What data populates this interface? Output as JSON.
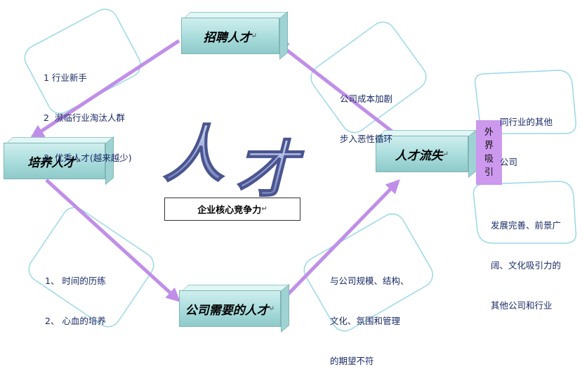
{
  "nodes": {
    "recruit": "招聘人才",
    "train": "培养人才",
    "loss": "人才流失",
    "need": "公司需要的人才"
  },
  "title_chars": [
    "人",
    "才"
  ],
  "core_label": "企业核心竞争力",
  "notes": {
    "top_left": [
      "1 行业新手",
      "2  濒临行业淘汰人群",
      "3  优秀人才(越来越少)"
    ],
    "top_right": [
      "公司成本加剧",
      "步入恶性循环"
    ],
    "bottom_left": [
      "1、 时间的历练",
      "2、 心血的培养"
    ],
    "bottom_right": [
      "与公司规模、结构、",
      "文化、氛围和管理",
      "的期望不符"
    ],
    "right_upper": [
      "同行业的其他",
      "公司"
    ],
    "right_lower": [
      "发展完善、前景广",
      "阔、文化吸引力的",
      "其他公司和行业"
    ]
  },
  "external_label": [
    "外",
    "界",
    "吸",
    "引"
  ],
  "return_mark": "↵",
  "colors": {
    "arrow": "#c08ee8",
    "box": "#a9dcdc",
    "callout_border": "#9ad8e6",
    "title_fill": "#9aa8d8"
  }
}
